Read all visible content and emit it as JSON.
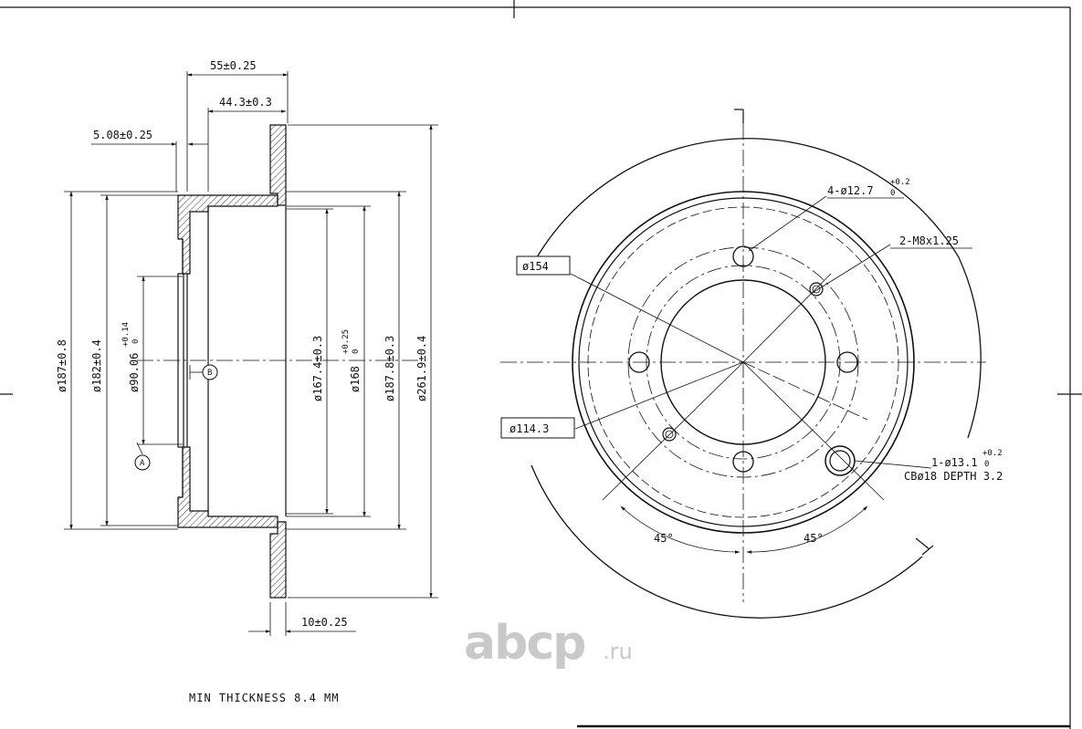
{
  "side_view": {
    "dim_top_overall": "55±0.25",
    "dim_top_hat": "44.3±0.3",
    "dim_flange": "5.08±0.25",
    "dim_thickness": "10±0.25",
    "dia_187": "ø187±0.8",
    "dia_182": "ø182±0.4",
    "dia_9006": "ø90.06",
    "dia_9006_tol_upper": "+0.14",
    "dia_9006_tol_lower": "0",
    "dia_1674": "ø167.4±0.3",
    "dia_168": "ø168",
    "dia_168_tol_upper": "+0.25",
    "dia_168_tol_lower": "0",
    "dia_1878": "ø187.8±0.3",
    "dia_2619": "ø261.9±0.4",
    "marker_a": "A",
    "marker_b": "B"
  },
  "front_view": {
    "bolt_holes": "4-ø12.7",
    "bolt_holes_tol_upper": "+0.2",
    "bolt_holes_tol_lower": "0",
    "threads": "2-M8x1.25",
    "pcd_154": "ø154",
    "pcd_1143": "ø114.3",
    "cb_hole": "1-ø13.1",
    "cb_hole_tol_upper": "+0.2",
    "cb_hole_tol_lower": "0",
    "cb_depth": "CBø18 DEPTH 3.2",
    "angle_left": "45°",
    "angle_right": "45°"
  },
  "notes": {
    "min_thickness": "MIN THICKNESS 8.4 MM"
  },
  "watermark": {
    "brand": "abcp",
    "tld": ".ru"
  },
  "colors": {
    "line": "#111111",
    "hatch": "#333333",
    "watermark": "#c9c9c9"
  }
}
